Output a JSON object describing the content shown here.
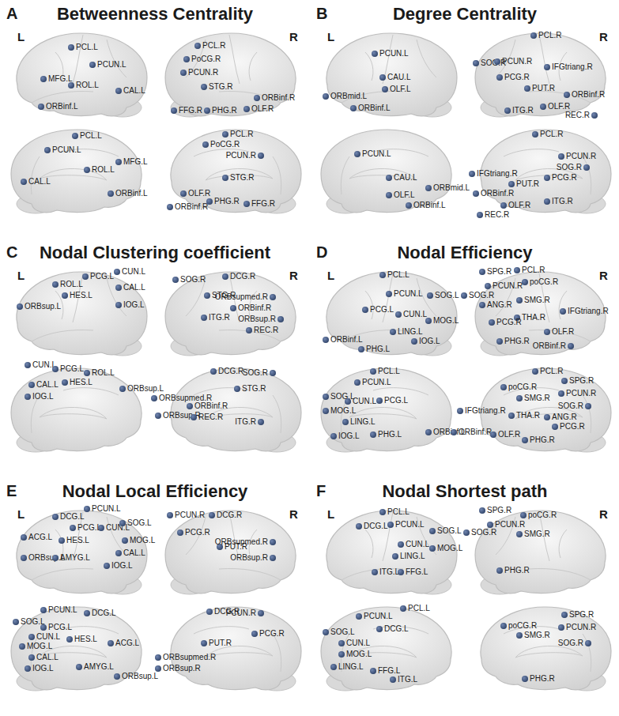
{
  "diagram": {
    "labels": [
      "A",
      "Betweenness Centrality",
      "L",
      "R",
      "PCL.L",
      "PCUN.L",
      "MFG.L",
      "ROL.L",
      "CAL.L",
      "ORBinf.L",
      "PCL.R",
      "PoCG.R",
      "PCUN.R",
      "STG.R",
      "ORBinf.R",
      "OLF.R",
      "FFG.R",
      "PHG.R",
      "PCL.L",
      "PCUN.L",
      "MFG.L",
      "ROL.L",
      "CAL.L",
      "ORBinf.L",
      "PCL.R",
      "PoCG.R",
      "PCUN.R",
      "STG.R",
      "OLF.R",
      "PHG.R",
      "FFG.R",
      "ORBinf.R",
      "B",
      "Degree Centrality",
      "L",
      "R",
      "PCUN.L",
      "CAU.L",
      "OLF.L",
      "ORBmid.L",
      "ORBinf.L",
      "PCL.R",
      "SOG.R",
      "PCUN.R",
      "PCG.R",
      "IFGtriang.R",
      "PUT.R",
      "ORBinf.R",
      "ITG.R",
      "OLF.R",
      "REC.R",
      "PCUN.L",
      "CAU.L",
      "ORBmid.L",
      "OLF.L",
      "ORBinf.L",
      "PCL.R",
      "PCUN.R",
      "SOG.R",
      "PCG.R",
      "IFGtriang.R",
      "PUT.R",
      "ORBinf.R",
      "ITG.R",
      "OLF.R",
      "REC.R",
      "C",
      "Nodal Clustering coefficient",
      "L",
      "R",
      "CUN.L",
      "ROL.L",
      "PCG.L",
      "HES.L",
      "CAL.L",
      "ORBsup.L",
      "IOG.L",
      "SOG.R",
      "DCG.R",
      "STG.R",
      "ORBsupmed.R",
      "ORBinf.R",
      "ITG.R",
      "REC.R",
      "ORBsup.R",
      "CUN.L",
      "PCG.L",
      "ROL.L",
      "HES.L",
      "CAL.L",
      "IOG.L",
      "ORBsup.L",
      "DCG.R",
      "SOG.R",
      "STG.R",
      "ORBsupmed.R",
      "ORBinf.R",
      "ORBsup.R",
      "REC.R",
      "ITG.R",
      "D",
      "Nodal Efficiency",
      "L",
      "R",
      "PCL.L",
      "PCUN.L",
      "SOG.L",
      "PCG.L",
      "CUN.L",
      "MOG.L",
      "ORBinf.L",
      "LING.L",
      "IOG.L",
      "PHG.L",
      "SPG.R",
      "PCL.R",
      "poCG.R",
      "PCUN.R",
      "SOG.R",
      "SMG.R",
      "ANG.R",
      "THA.R",
      "IFGtriang.R",
      "PCG.R",
      "OLF.R",
      "PHG.R",
      "ORBinf.R",
      "PCL.L",
      "PCUN.L",
      "SOG.L",
      "MOG.L",
      "CUN.L",
      "PCG.L",
      "LING.L",
      "IOG.L",
      "PHG.L",
      "ORBinf.L",
      "PCL.R",
      "SPG.R",
      "poCG.R",
      "PCUN.R",
      "SMG.R",
      "SOG.R",
      "ANG.R",
      "IFGtriang.R",
      "THA.R",
      "PCG.R",
      "ORBinf.R",
      "OLF.R",
      "PHG.R",
      "E",
      "Nodal Local Efficiency",
      "L",
      "R",
      "DCG.L",
      "PCUN.L",
      "PCG.L",
      "CUN.L",
      "SOG.L",
      "ACG.L",
      "HES.L",
      "MOG.L",
      "CAL.L",
      "ORBsup.L",
      "AMYG.L",
      "IOG.L",
      "PCUN.R",
      "DCG.R",
      "PCG.R",
      "PUT.R",
      "ORBsupmed.R",
      "ORBsup.R",
      "PCUN.L",
      "DCG.L",
      "SOG.L",
      "PCG.L",
      "CUN.L",
      "HES.L",
      "MOG.L",
      "ACG.L",
      "CAL.L",
      "IOG.L",
      "AMYG.L",
      "ORBsup.L",
      "DCG.R",
      "PCUN.R",
      "PCG.R",
      "PUT.R",
      "ORBsupmed.R",
      "ORBsup.R",
      "F",
      "Nodal Shortest path",
      "L",
      "R",
      "PCL.L",
      "DCG.L",
      "PCUN.L",
      "SOG.L",
      "CUN.L",
      "MOG.L",
      "LING.L",
      "ITG.L",
      "FFG.L",
      "SPG.R",
      "poCG.R",
      "PCUN.R",
      "SOG.R",
      "SMG.R",
      "PHG.R",
      "PCL.L",
      "PCUN.L",
      "DCG.L",
      "SOG.L",
      "CUN.L",
      "MOG.L",
      "LING.L",
      "FFG.L",
      "ITG.L",
      "SPG.R",
      "poCG.R",
      "PCUN.R",
      "SOG.R",
      "SMG.R",
      "PHG.R"
    ]
  }
}
